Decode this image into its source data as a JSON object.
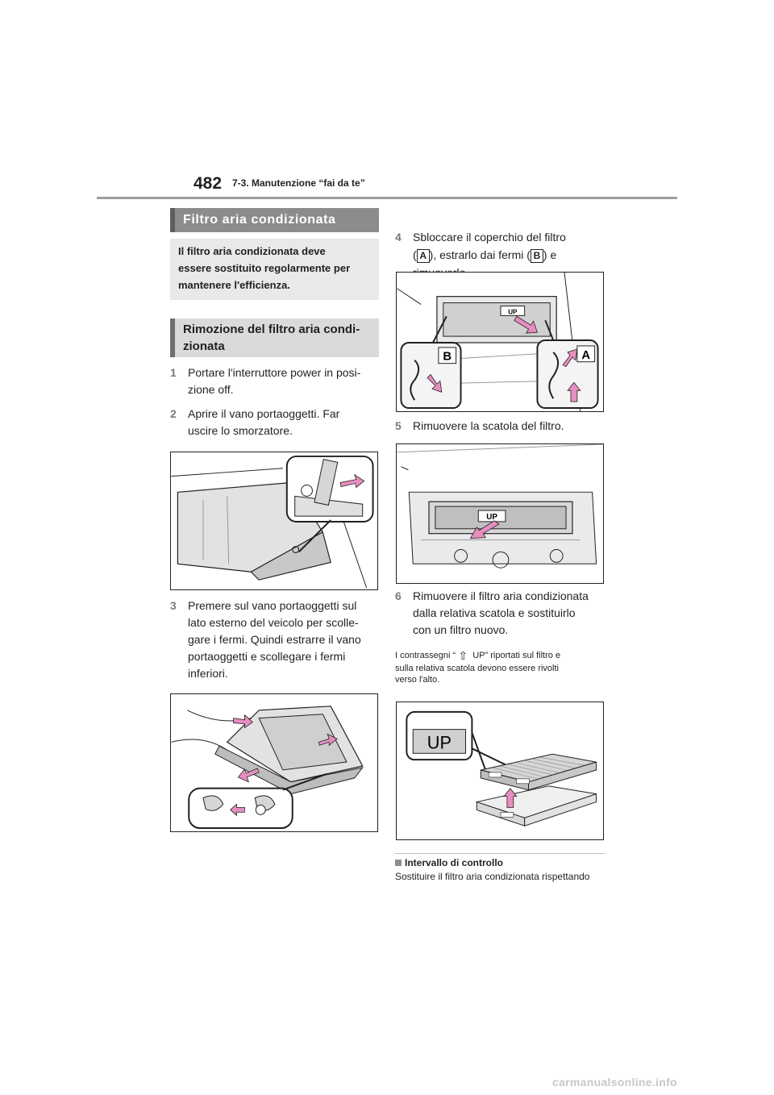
{
  "header": {
    "page_number": "482",
    "section": "7-3. Manutenzione “fai da te”"
  },
  "left": {
    "title": "Filtro aria condizionata",
    "intro": [
      "Il filtro aria condizionata deve",
      "essere sostituito regolarmente per",
      "mantenere l'efficienza."
    ],
    "subtitle": [
      "Rimozione del filtro aria condi-",
      "zionata"
    ],
    "steps": [
      {
        "num": "1",
        "lines": [
          "Portare l'interruttore power in posi-",
          "zione off."
        ]
      },
      {
        "num": "2",
        "lines": [
          "Aprire il vano portaoggetti. Far",
          "uscire lo smorzatore."
        ]
      },
      {
        "num": "3",
        "lines": [
          "Premere sul vano portaoggetti sul",
          "lato esterno del veicolo per scolle-",
          "gare i fermi. Quindi estrarre il vano",
          "portaoggetti e scollegare i fermi",
          "inferiori."
        ]
      }
    ]
  },
  "right": {
    "step4": {
      "num": "4",
      "line1": "Sbloccare il coperchio del filtro",
      "l2_open": "(",
      "badge_a": "A",
      "l2_mid": "), estrarlo dai fermi (",
      "badge_b": "B",
      "l2_close": ") e",
      "line3": "rimuoverlo."
    },
    "figure4_labels": {
      "a": "A",
      "b": "B",
      "up": "UP"
    },
    "step5": {
      "num": "5",
      "line1": "Rimuovere la scatola del filtro."
    },
    "figure5_labels": {
      "up": "UP"
    },
    "step6": {
      "num": "6",
      "lines": [
        "Rimuovere il filtro aria condizionata",
        "dalla relativa scatola e sostituirlo",
        "con un filtro nuovo."
      ]
    },
    "note": {
      "pre": "I contrassegni “",
      "post": " UP” riportati sul filtro e",
      "line2": "sulla relativa scatola devono essere rivolti",
      "line3": "verso l'alto."
    },
    "figure6_labels": {
      "up": "UP"
    },
    "subhead": "Intervallo di controllo",
    "subtext": "Sostituire il filtro aria condizionata rispettando"
  },
  "watermark": "carmanualsonline.info"
}
